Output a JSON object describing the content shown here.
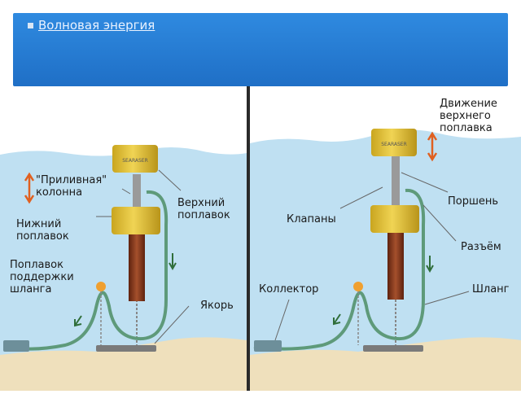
{
  "header": {
    "bullet_text": "Волновая энергия"
  },
  "diagram": {
    "buoy_brand": "SEARASER",
    "left_panel": {
      "labels": {
        "tidal_column": "\"Приливная\"\nколонна",
        "upper_float": "Верхний\nпоплавок",
        "lower_float": "Нижний\nпоплавок",
        "hose_support_float": "Поплавок\nподдержки\nшланга",
        "anchor": "Якорь"
      }
    },
    "right_panel": {
      "labels": {
        "upper_float_motion": "Движение\nверхнего\nпоплавка",
        "piston": "Поршень",
        "valves": "Клапаны",
        "connector": "Разъём",
        "collector": "Коллектор",
        "hose": "Шланг"
      }
    },
    "colors": {
      "water": "#bfe0f2",
      "sand": "#efe0bc",
      "float": "#e3c233",
      "column": "#8a3a1f",
      "hose": "#5e9a7a",
      "arrow_red": "#e06020"
    }
  }
}
